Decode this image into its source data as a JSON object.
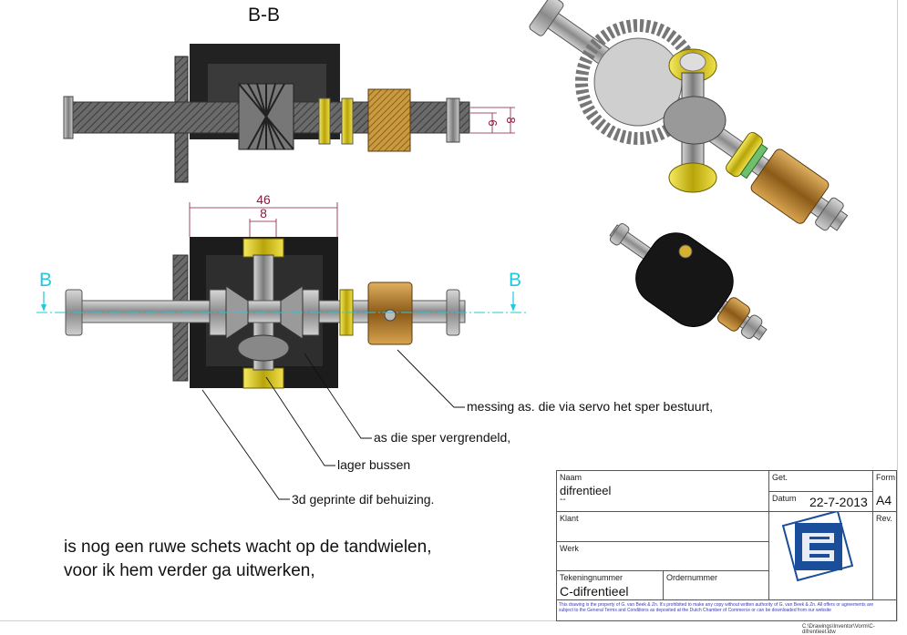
{
  "section": {
    "title": "B-B"
  },
  "dimensions": {
    "section_d1": "6",
    "section_d2": "8",
    "front_overall": "46",
    "front_inner": "8",
    "cut_label_left": "B",
    "cut_label_right": "B"
  },
  "annotations": {
    "messing": "messing as. die via servo het sper bestuurt,",
    "as": "as die sper vergrendeld,",
    "lager": "lager bussen",
    "behuizing": "3d geprinte dif behuizing."
  },
  "notes": {
    "line1": "is nog een ruwe schets wacht op de tandwielen,",
    "line2": "voor ik hem verder  ga uitwerken,"
  },
  "title_block": {
    "naam_label": "Naam",
    "naam_value": "difrentieel",
    "naam_sub": "--",
    "get_label": "Get.",
    "datum_label": "Datum",
    "datum_value": "22-7-2013",
    "form_label": "Form",
    "form_value": "A4",
    "klant_label": "Klant",
    "werk_label": "Werk",
    "rev_label": "Rev.",
    "tekeningnummer_label": "Tekeningnummer",
    "tekeningnummer_value": "C-difrentieel",
    "ordernummer_label": "Ordernummer",
    "disclaimer": "This drawing is the property of G. van Beek & Zn. It's prohibited to make any copy without written authority of G. van Beek & Zn. All offers or agreements are subject to the General Terms and Conditions as deposited at the Dutch Chamber of Commerce or can be downloaded from our website",
    "footer": "C:\\Drawings\\Inventor\\Vorm\\C-difrentieel.idw"
  },
  "colors": {
    "dimension": "#8a1a3a",
    "cut_plane": "#20c8e0",
    "brass": "#c08a30",
    "yellow": "#e6d21a",
    "black_body": "#1c1c1c",
    "logo_blue": "#1a4d9a"
  }
}
